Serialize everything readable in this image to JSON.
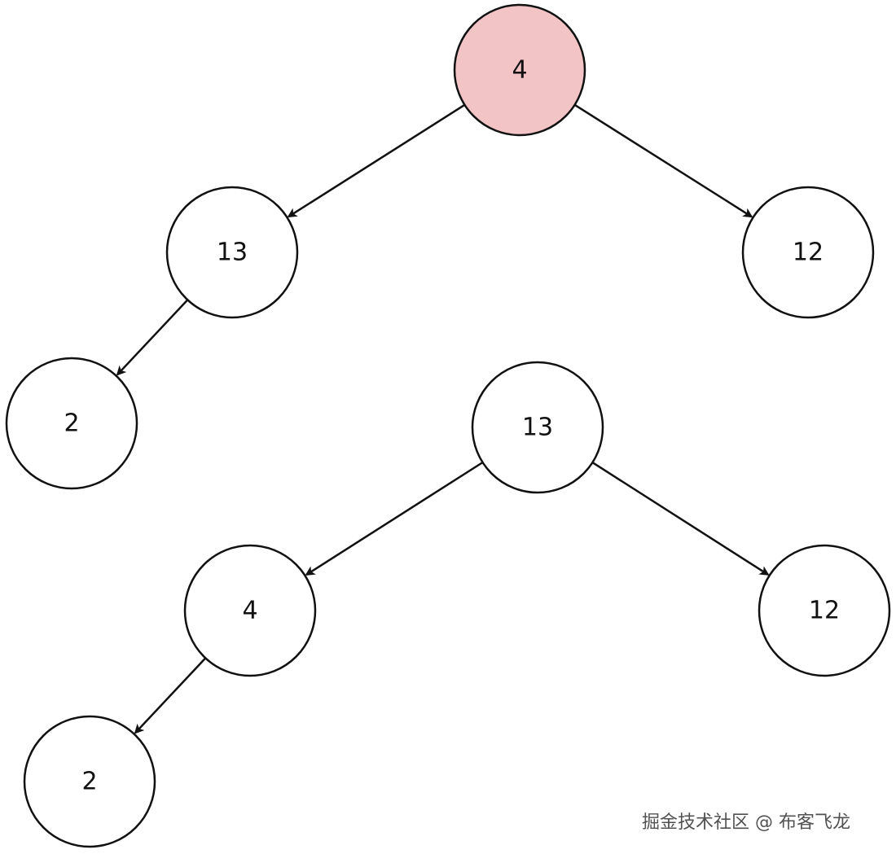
{
  "trees": [
    {
      "id": "tree-before",
      "nodes": [
        {
          "id": "n4",
          "label": "4",
          "highlighted": true
        },
        {
          "id": "n13",
          "label": "13",
          "highlighted": false
        },
        {
          "id": "n12",
          "label": "12",
          "highlighted": false
        },
        {
          "id": "n2",
          "label": "2",
          "highlighted": false
        }
      ],
      "edges": [
        {
          "from": "n4",
          "to": "n13"
        },
        {
          "from": "n4",
          "to": "n12"
        },
        {
          "from": "n13",
          "to": "n2"
        }
      ]
    },
    {
      "id": "tree-after",
      "nodes": [
        {
          "id": "m13",
          "label": "13",
          "highlighted": false
        },
        {
          "id": "m4",
          "label": "4",
          "highlighted": false
        },
        {
          "id": "m12",
          "label": "12",
          "highlighted": false
        },
        {
          "id": "m2",
          "label": "2",
          "highlighted": false
        }
      ],
      "edges": [
        {
          "from": "m13",
          "to": "m4"
        },
        {
          "from": "m13",
          "to": "m12"
        },
        {
          "from": "m4",
          "to": "m2"
        }
      ]
    }
  ],
  "colors": {
    "highlight_fill": "#f2c4c6",
    "node_fill": "#ffffff",
    "stroke": "#111111"
  },
  "watermark": "掘金技术社区 @ 布客飞龙"
}
